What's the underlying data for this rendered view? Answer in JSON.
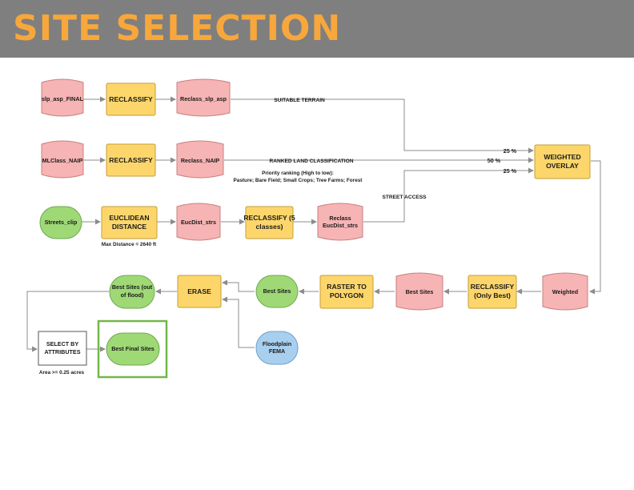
{
  "header": {
    "title": "SITE SELECTION"
  },
  "colors": {
    "banner": "#7f7f7f",
    "title": "#f7a73b",
    "dataset_fill": "#f6b4b4",
    "dataset_stroke": "#c9807f",
    "process_fill": "#fdd66b",
    "process_stroke": "#c49d38",
    "source_fill": "#9fd976",
    "source_stroke": "#6fa850",
    "floodplain_fill": "#a9cfee",
    "highlight_border": "#73b748",
    "connector": "#8c8c8c"
  },
  "nodes": {
    "slp_asp_final": "slp_asp_FINAL",
    "reclassify_1": "RECLASSIFY",
    "reclass_slp_asp": "Reclass_slp_asp",
    "mlclass_naip": "MLClass_NAIP",
    "reclassify_2": "RECLASSIFY",
    "reclass_naip": "Reclass_NAIP",
    "streets_clip": "Streets_clip",
    "euclidean_distance": [
      "EUCLIDEAN",
      "DISTANCE"
    ],
    "eucdist_strs": "EucDist_strs",
    "reclassify_5": [
      "RECLASSIFY (5",
      "classes)"
    ],
    "reclass_eucdist": [
      "Reclass",
      "EucDist_strs"
    ],
    "weighted_overlay": [
      "WEIGHTED",
      "OVERLAY"
    ],
    "weighted": "Weighted",
    "reclassify_best": [
      "RECLASSIFY",
      "(Only Best)"
    ],
    "best_sites": "Best Sites",
    "raster_to_polygon": [
      "RASTER TO",
      "POLYGON"
    ],
    "best_sites_poly": "Best Sites",
    "erase": "ERASE",
    "floodplain": [
      "Floodplain",
      "FEMA"
    ],
    "best_sites_out_of_flood": [
      "Best Sites (out",
      "of flood)"
    ],
    "select_by_attributes": [
      "SELECT BY",
      "ATTRIBUTES"
    ],
    "best_final_sites": "Best Final Sites"
  },
  "edge_labels": {
    "suitable_terrain": "SUITABLE TERRAIN",
    "ranked_land": "RANKED LAND CLASSIFICATION",
    "street_access": "STREET ACCESS",
    "weight_terrain": "25 %",
    "weight_land": "50 %",
    "weight_street": "25 %"
  },
  "captions": {
    "priority_line1": "Priority ranking (High to low):",
    "priority_line2": "Pasture; Bare Field; Small Crops; Tree Farms; Forest",
    "max_distance": "Max Distance = 2640 ft",
    "area_filter": "Area >= 0.25 acres"
  }
}
